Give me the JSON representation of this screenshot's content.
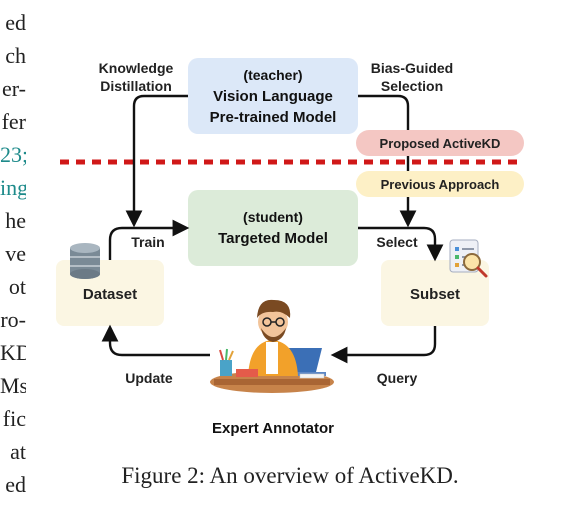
{
  "margin_lines": [
    {
      "text": "ed",
      "color": "normal"
    },
    {
      "text": "ch",
      "color": "normal"
    },
    {
      "text": "er-",
      "color": "normal"
    },
    {
      "text": "fer",
      "color": "normal"
    },
    {
      "text": "23;",
      "color": "teal"
    },
    {
      "text": "ing",
      "color": "teal"
    },
    {
      "text": "he",
      "color": "normal"
    },
    {
      "text": "ve",
      "color": "normal"
    },
    {
      "text": "ot",
      "color": "normal"
    },
    {
      "text": "ro-",
      "color": "normal"
    },
    {
      "text": "KD",
      "color": "normal"
    },
    {
      "text": "Ms.",
      "color": "normal"
    },
    {
      "text": "fic",
      "color": "normal"
    },
    {
      "text": "at",
      "color": "normal"
    },
    {
      "text": "ed",
      "color": "normal"
    }
  ],
  "teacher": {
    "line1": "(teacher)",
    "line2": "Vision Language",
    "line3": "Pre-trained Model"
  },
  "student": {
    "line1": "(student)",
    "line2": "Targeted Model"
  },
  "dataset_label": "Dataset",
  "subset_label": "Subset",
  "annotator_label": "Expert Annotator",
  "edges": {
    "distill_line1": "Knowledge",
    "distill_line2": "Distillation",
    "bias_line1": "Bias-Guided",
    "bias_line2": "Selection",
    "train": "Train",
    "select": "Select",
    "update": "Update",
    "query": "Query"
  },
  "badges": {
    "proposed": "Proposed ActiveKD",
    "previous": "Previous Approach"
  },
  "caption": "Figure 2: An overview of ActiveKD.",
  "colors": {
    "teacher": "#dce8f8",
    "student": "#dcebd9",
    "dataset": "#fbf6e3",
    "subset": "#fbf6e3",
    "proposed": "#f4c7c3",
    "previous": "#fdf0c6",
    "divider": "#d01818"
  }
}
